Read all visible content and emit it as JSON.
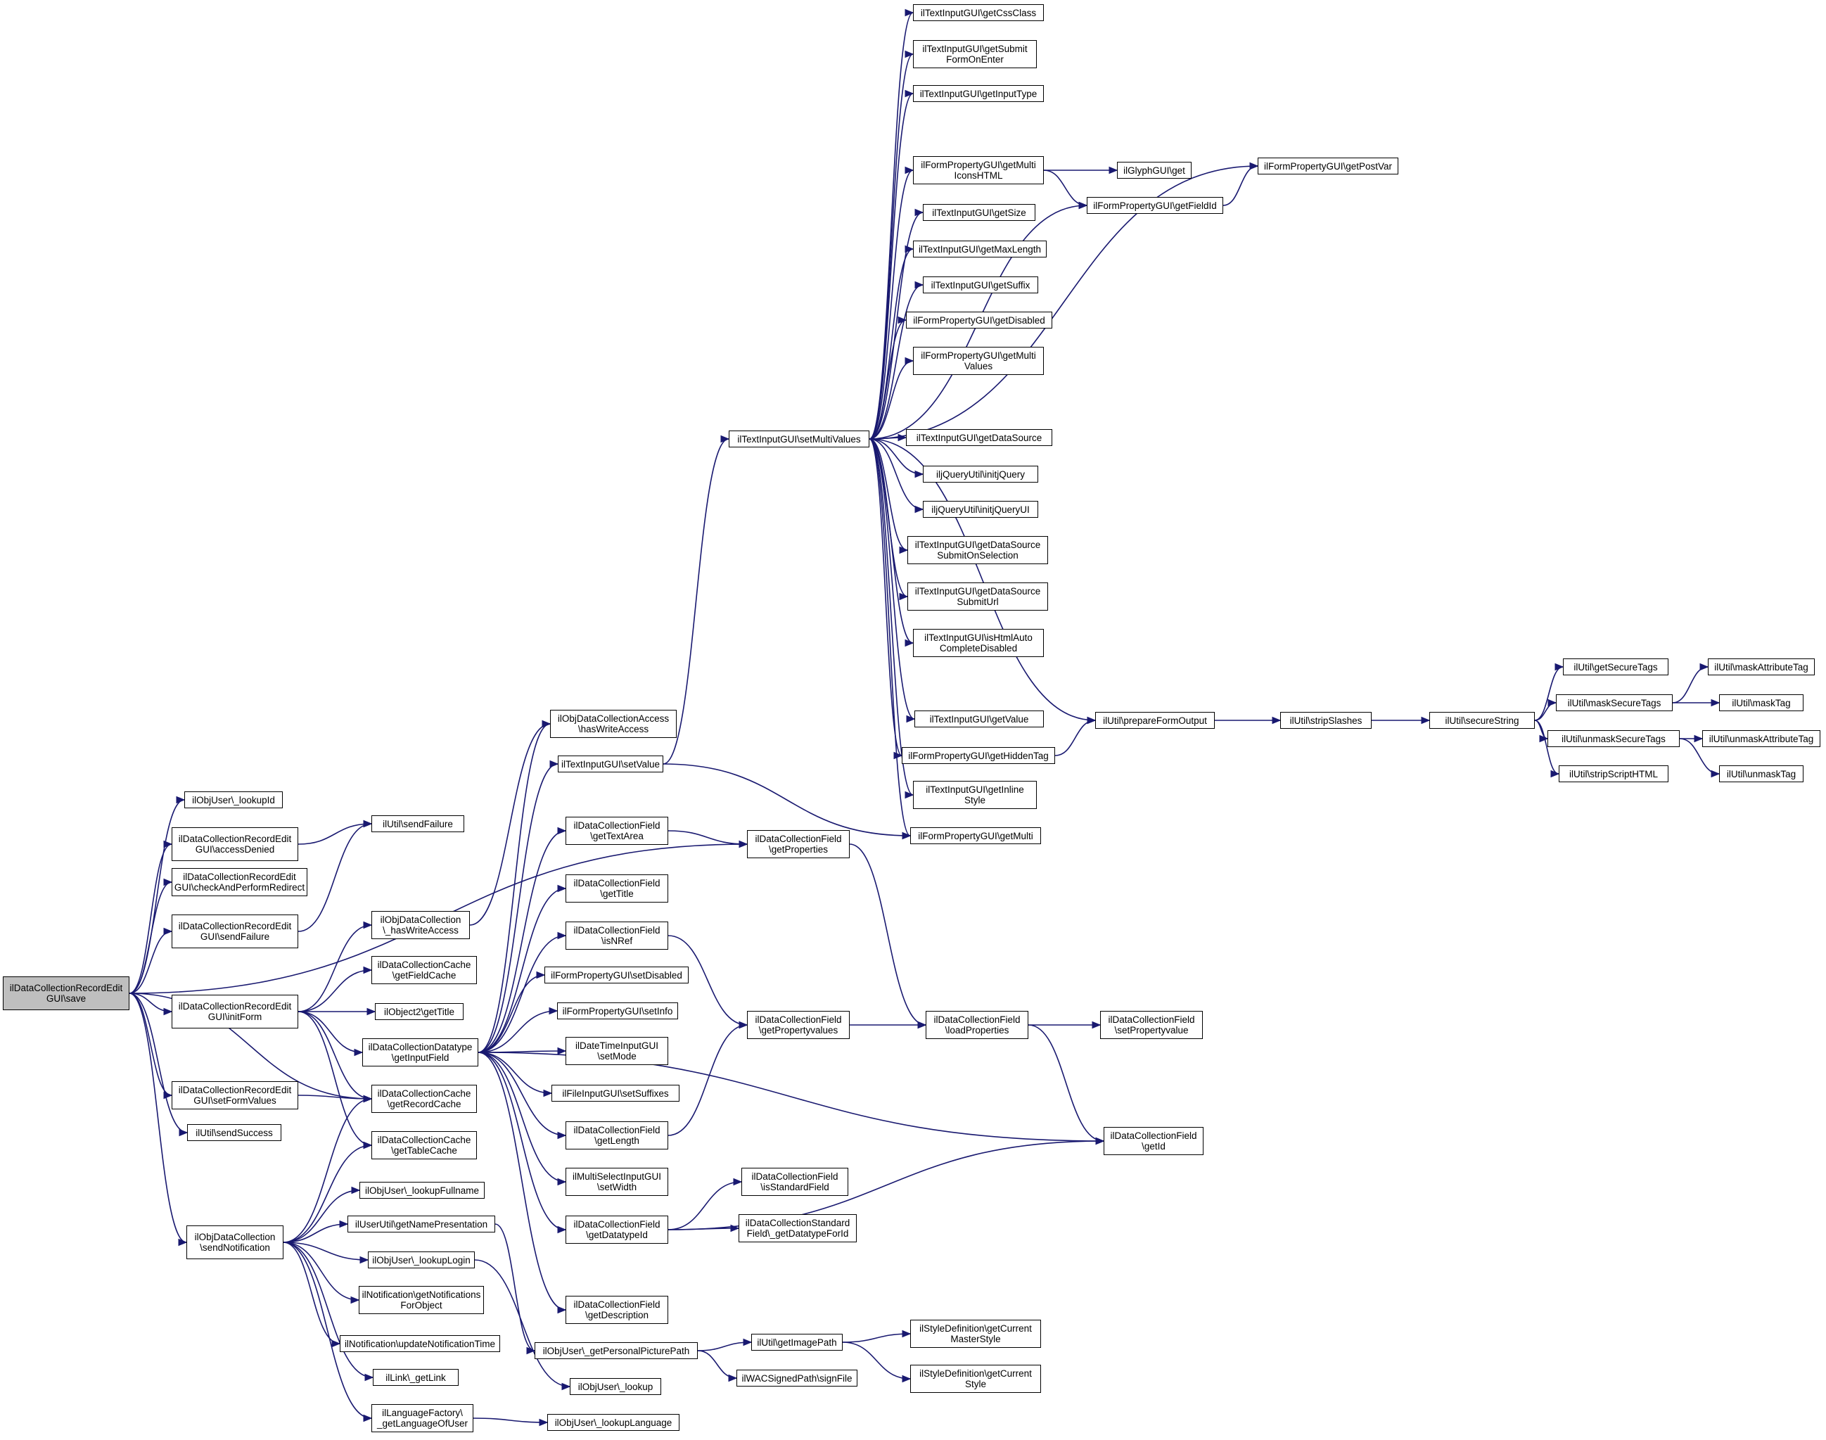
{
  "colors": {
    "edge": "#191970",
    "node_border": "#000000",
    "focus_fill": "#bfbfbf",
    "node_fill": "#ffffff"
  },
  "nodes": {
    "save": [
      "ilDataCollectionRecordEdit",
      "GUI\\save"
    ],
    "lookupId": [
      "ilObjUser\\_lookupId"
    ],
    "accessDenied": [
      "ilDataCollectionRecordEdit",
      "GUI\\accessDenied"
    ],
    "checkRedirect": [
      "ilDataCollectionRecordEdit",
      "GUI\\checkAndPerformRedirect"
    ],
    "sendFailureGui": [
      "ilDataCollectionRecordEdit",
      "GUI\\sendFailure"
    ],
    "initForm": [
      "ilDataCollectionRecordEdit",
      "GUI\\initForm"
    ],
    "setFormValues": [
      "ilDataCollectionRecordEdit",
      "GUI\\setFormValues"
    ],
    "sendSuccess": [
      "ilUtil\\sendSuccess"
    ],
    "sendNotification": [
      "ilObjDataCollection",
      "\\sendNotification"
    ],
    "utilSendFailure": [
      "ilUtil\\sendFailure"
    ],
    "hasWriteAccessPriv": [
      "ilObjDataCollection",
      "\\_hasWriteAccess"
    ],
    "getFieldCache": [
      "ilDataCollectionCache",
      "\\getFieldCache"
    ],
    "getTitleObj": [
      "ilObject2\\getTitle"
    ],
    "getInputField": [
      "ilDataCollectionDatatype",
      "\\getInputField"
    ],
    "getRecordCache": [
      "ilDataCollectionCache",
      "\\getRecordCache"
    ],
    "getTableCache": [
      "ilDataCollectionCache",
      "\\getTableCache"
    ],
    "lookupFullname": [
      "ilObjUser\\_lookupFullname"
    ],
    "getNamePresentation": [
      "ilUserUtil\\getNamePresentation"
    ],
    "lookupLogin": [
      "ilObjUser\\_lookupLogin"
    ],
    "getNotificationsForObject": [
      "ilNotification\\getNotifications",
      "ForObject"
    ],
    "updateNotificationTime": [
      "ilNotification\\updateNotificationTime"
    ],
    "getLink": [
      "ilLink\\_getLink"
    ],
    "getLanguageOfUser": [
      "ilLanguageFactory\\",
      "_getLanguageOfUser"
    ],
    "hasWriteAccess": [
      "ilObjDataCollectionAccess",
      "\\hasWriteAccess"
    ],
    "setValue": [
      "ilTextInputGUI\\setValue"
    ],
    "getTextArea": [
      "ilDataCollectionField",
      "\\getTextArea"
    ],
    "getTitleField": [
      "ilDataCollectionField",
      "\\getTitle"
    ],
    "isNRef": [
      "ilDataCollectionField",
      "\\isNRef"
    ],
    "setDisabled": [
      "ilFormPropertyGUI\\setDisabled"
    ],
    "setInfo": [
      "ilFormPropertyGUI\\setInfo"
    ],
    "setMode": [
      "ilDateTimeInputGUI",
      "\\setMode"
    ],
    "setSuffixes": [
      "ilFileInputGUI\\setSuffixes"
    ],
    "getLength": [
      "ilDataCollectionField",
      "\\getLength"
    ],
    "setWidth": [
      "ilMultiSelectInputGUI",
      "\\setWidth"
    ],
    "getDatatypeId": [
      "ilDataCollectionField",
      "\\getDatatypeId"
    ],
    "getDescription": [
      "ilDataCollectionField",
      "\\getDescription"
    ],
    "getPersonalPicturePath": [
      "ilObjUser\\_getPersonalPicturePath"
    ],
    "lookup": [
      "ilObjUser\\_lookup"
    ],
    "lookupLanguage": [
      "ilObjUser\\_lookupLanguage"
    ],
    "getProperties": [
      "ilDataCollectionField",
      "\\getProperties"
    ],
    "getPropertyvalues": [
      "ilDataCollectionField",
      "\\getPropertyvalues"
    ],
    "isStandardField": [
      "ilDataCollectionField",
      "\\isStandardField"
    ],
    "getDatatypeForId": [
      "ilDataCollectionStandard",
      "Field\\_getDatatypeForId"
    ],
    "getImagePath": [
      "ilUtil\\getImagePath"
    ],
    "signFile": [
      "ilWACSignedPath\\signFile"
    ],
    "setMultiValues": [
      "ilTextInputGUI\\setMultiValues"
    ],
    "getCssClass": [
      "ilTextInputGUI\\getCssClass"
    ],
    "getSubmitFormOnEnter": [
      "ilTextInputGUI\\getSubmit",
      "FormOnEnter"
    ],
    "getInputType": [
      "ilTextInputGUI\\getInputType"
    ],
    "getMultiIconsHTML": [
      "ilFormPropertyGUI\\getMulti",
      "IconsHTML"
    ],
    "getSize": [
      "ilTextInputGUI\\getSize"
    ],
    "getMaxLength": [
      "ilTextInputGUI\\getMaxLength"
    ],
    "getSuffix": [
      "ilTextInputGUI\\getSuffix"
    ],
    "getDisabled": [
      "ilFormPropertyGUI\\getDisabled"
    ],
    "getMultiValues": [
      "ilFormPropertyGUI\\getMulti",
      "Values"
    ],
    "getDataSource": [
      "ilTextInputGUI\\getDataSource"
    ],
    "initjQuery": [
      "iljQueryUtil\\initjQuery"
    ],
    "initjQueryUI": [
      "iljQueryUtil\\initjQueryUI"
    ],
    "getDataSourceSubmitOnSelection": [
      "ilTextInputGUI\\getDataSource",
      "SubmitOnSelection"
    ],
    "getDataSourceSubmitUrl": [
      "ilTextInputGUI\\getDataSource",
      "SubmitUrl"
    ],
    "isHtmlAutoCompleteDisabled": [
      "ilTextInputGUI\\isHtmlAuto",
      "CompleteDisabled"
    ],
    "getValue": [
      "ilTextInputGUI\\getValue"
    ],
    "getHiddenTag": [
      "ilFormPropertyGUI\\getHiddenTag"
    ],
    "getInlineStyle": [
      "ilTextInputGUI\\getInline",
      "Style"
    ],
    "getMulti": [
      "ilFormPropertyGUI\\getMulti"
    ],
    "loadProperties": [
      "ilDataCollectionField",
      "\\loadProperties"
    ],
    "getId": [
      "ilDataCollectionField",
      "\\getId"
    ],
    "getCurrentMasterStyle": [
      "ilStyleDefinition\\getCurrent",
      "MasterStyle"
    ],
    "getCurrentStyle": [
      "ilStyleDefinition\\getCurrent",
      "Style"
    ],
    "glyphGet": [
      "ilGlyphGUI\\get"
    ],
    "getFieldId": [
      "ilFormPropertyGUI\\getFieldId"
    ],
    "prepareFormOutput": [
      "ilUtil\\prepareFormOutput"
    ],
    "setPropertyvalue": [
      "ilDataCollectionField",
      "\\setPropertyvalue"
    ],
    "getPostVar": [
      "ilFormPropertyGUI\\getPostVar"
    ],
    "stripSlashes": [
      "ilUtil\\stripSlashes"
    ],
    "secureString": [
      "ilUtil\\secureString"
    ],
    "getSecureTags": [
      "ilUtil\\getSecureTags"
    ],
    "maskSecureTags": [
      "ilUtil\\maskSecureTags"
    ],
    "unmaskSecureTags": [
      "ilUtil\\unmaskSecureTags"
    ],
    "stripScriptHTML": [
      "ilUtil\\stripScriptHTML"
    ],
    "maskAttributeTag": [
      "ilUtil\\maskAttributeTag"
    ],
    "maskTag": [
      "ilUtil\\maskTag"
    ],
    "unmaskAttributeTag": [
      "ilUtil\\unmaskAttributeTag"
    ],
    "unmaskTag": [
      "ilUtil\\unmaskTag"
    ]
  }
}
